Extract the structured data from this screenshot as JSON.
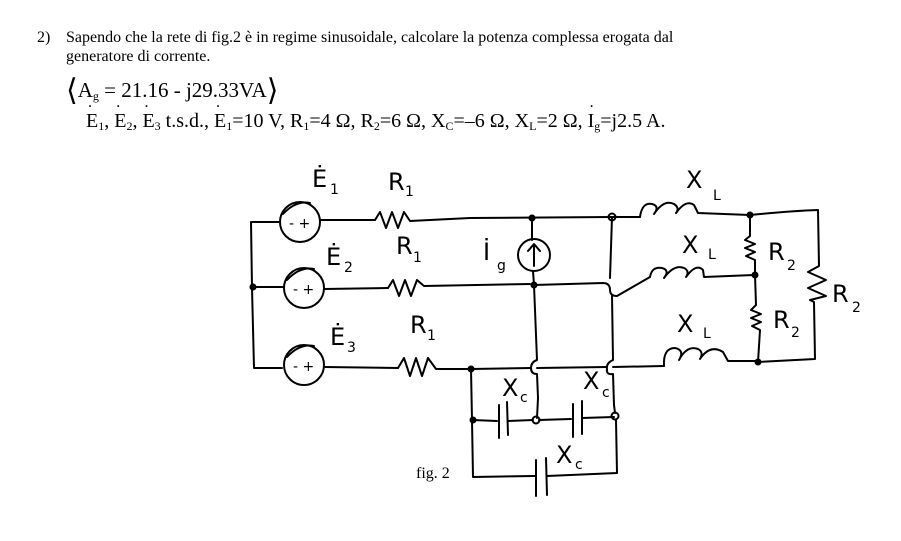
{
  "problem": {
    "number": "2)",
    "text_line1": "Sapendo che la rete di fig.2 è in regime sinusoidale, calcolare la potenza complessa erogata dal",
    "text_line2": "generatore di corrente."
  },
  "answer": {
    "open_bracket": "⟨",
    "symbol": "A",
    "symbol_sub": "g",
    "equals": " = ",
    "value": "21.16 - j29.33VA",
    "close_bracket": "⟩"
  },
  "given_data": {
    "sources": [
      {
        "name": "E",
        "sub": "1",
        "sep": ", "
      },
      {
        "name": "E",
        "sub": "2",
        "sep": ", "
      },
      {
        "name": "E",
        "sub": "3",
        "sep": " t.s.d.,  "
      }
    ],
    "params": [
      {
        "name": "E",
        "sub": "1",
        "value": "=10 V,  ",
        "dotted": true
      },
      {
        "name": "R",
        "sub": "1",
        "value": "=4 Ω,  ",
        "dotted": false
      },
      {
        "name": "R",
        "sub": "2",
        "value": "=6 Ω,  ",
        "dotted": false
      },
      {
        "name": "X",
        "sub": "C",
        "value": "=–6 Ω,  ",
        "dotted": false
      },
      {
        "name": "X",
        "sub": "L",
        "value": "=2 Ω,  ",
        "dotted": false
      },
      {
        "name": "I",
        "sub": "g",
        "value": "=j2.5 A.",
        "dotted": true
      }
    ]
  },
  "figure": {
    "caption": "fig. 2",
    "labels": {
      "E1": "Ė",
      "E1_sub": "1",
      "E2": "Ė",
      "E2_sub": "2",
      "E3": "Ė",
      "E3_sub": "3",
      "R1": "R",
      "R1_sub": "1",
      "Ig": "İ",
      "Ig_sub": "g",
      "XL": "X",
      "XL_sub": "L",
      "R2": "R",
      "R2_sub": "2",
      "XC": "X",
      "XC_sub": "c",
      "source_sign": "- +"
    }
  }
}
